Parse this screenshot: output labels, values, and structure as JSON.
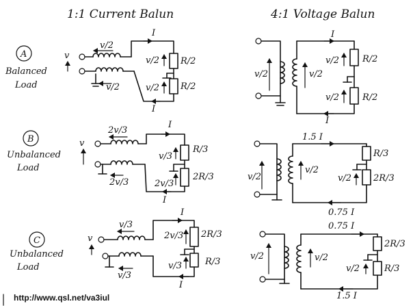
{
  "headers": {
    "left": "1:1 Current Balun",
    "right": "4:1 Voltage Balun"
  },
  "cases": [
    {
      "letter": "A",
      "line1": "Balanced",
      "line2": "Load"
    },
    {
      "letter": "B",
      "line1": "Unbalanced",
      "line2": "Load"
    },
    {
      "letter": "C",
      "line1": "Unbalanced",
      "line2": "Load"
    }
  ],
  "labels": {
    "v": "v",
    "v_half": "v/2",
    "r_half": "R/2",
    "i": "I",
    "two_v_third": "2v/3",
    "v_third": "v/3",
    "r_third": "R/3",
    "two_r_third": "2R/3",
    "i_15": "1.5 I",
    "i_075": "0.75 I"
  },
  "footer": {
    "url": "http://www.qsl.net/va3iul"
  }
}
